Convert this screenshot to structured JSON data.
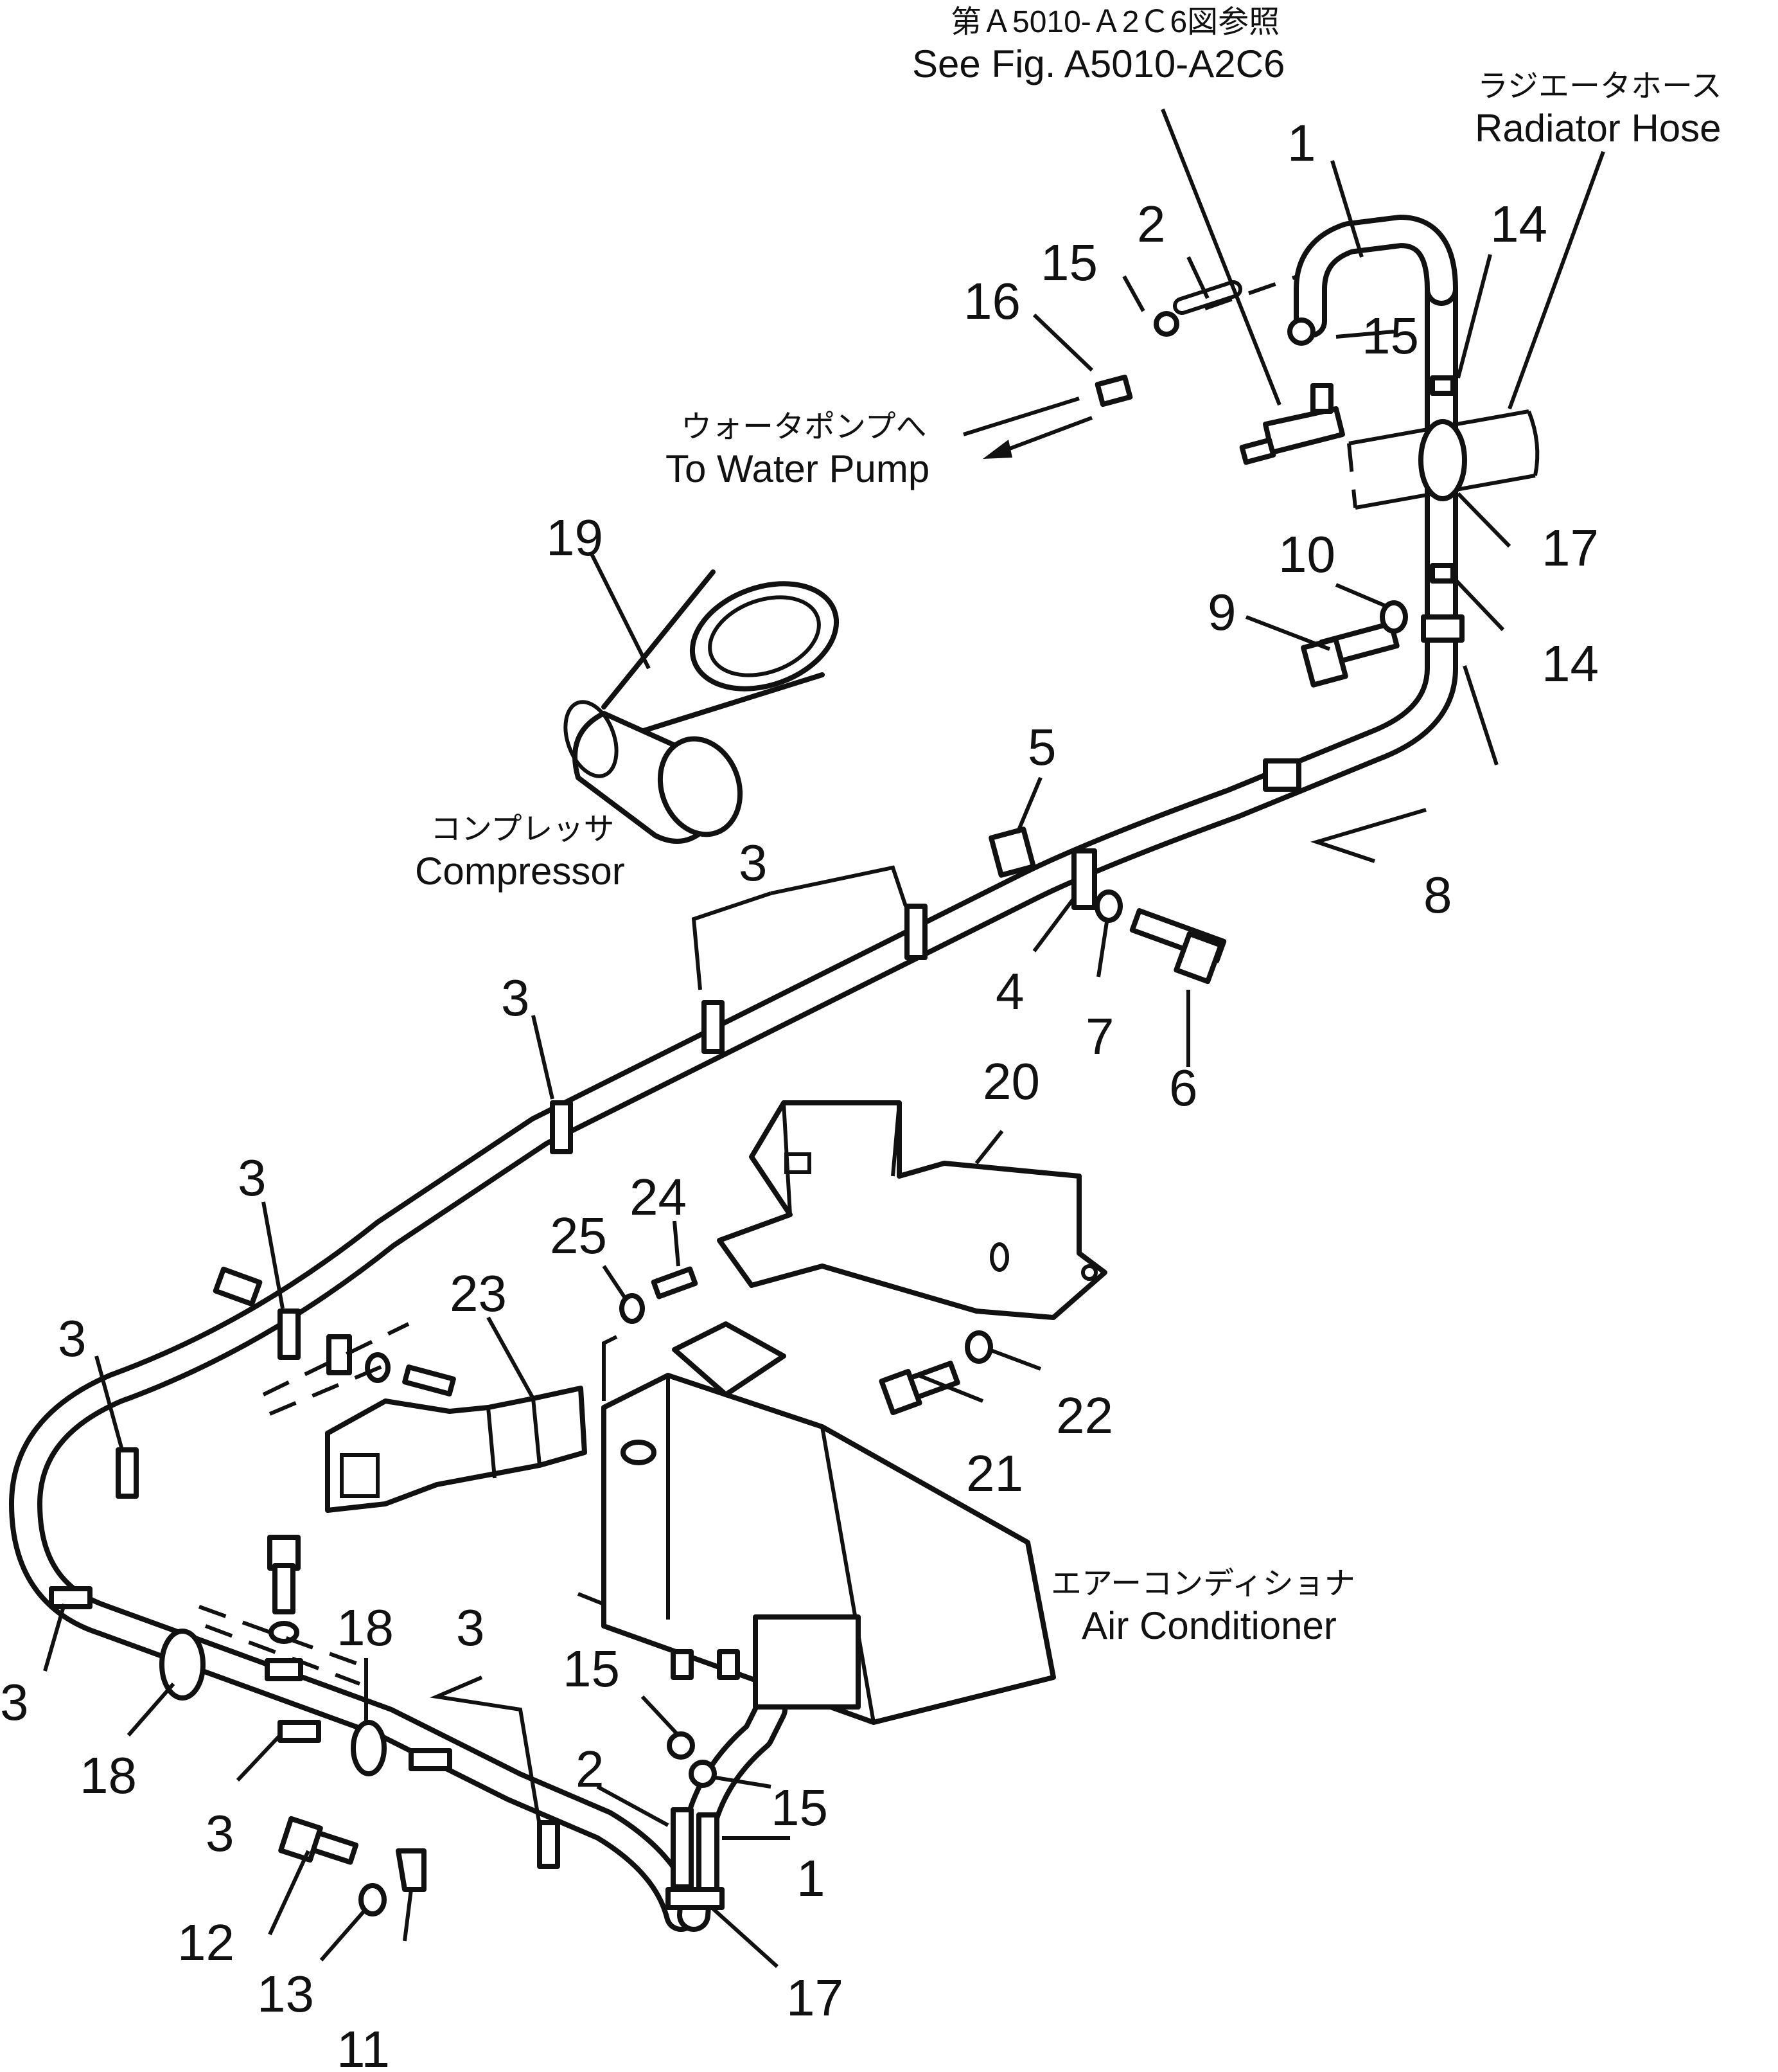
{
  "callouts": {
    "fig_ref_jp": "第Ａ5010-Ａ2Ｃ6図参照",
    "fig_ref_en": "See Fig. A5010-A2C6",
    "radiator_jp": "ラジエータホース",
    "radiator_en": "Radiator Hose",
    "water_pump_jp": "ウォータポンプへ",
    "water_pump_en": "To Water Pump",
    "compressor_jp": "コンプレッサ",
    "compressor_en": "Compressor",
    "aircon_jp": "エアーコンディショナ",
    "aircon_en": "Air Conditioner"
  },
  "part_numbers": {
    "p1": "1",
    "p2": "2",
    "p3": "3",
    "p4": "4",
    "p5": "5",
    "p6": "6",
    "p7": "7",
    "p8": "8",
    "p9": "9",
    "p10": "10",
    "p11": "11",
    "p12": "12",
    "p13": "13",
    "p14": "14",
    "p15": "15",
    "p16": "16",
    "p17": "17",
    "p18": "18",
    "p19": "19",
    "p20": "20",
    "p21": "21",
    "p22": "22",
    "p23": "23",
    "p24": "24",
    "p25": "25"
  }
}
